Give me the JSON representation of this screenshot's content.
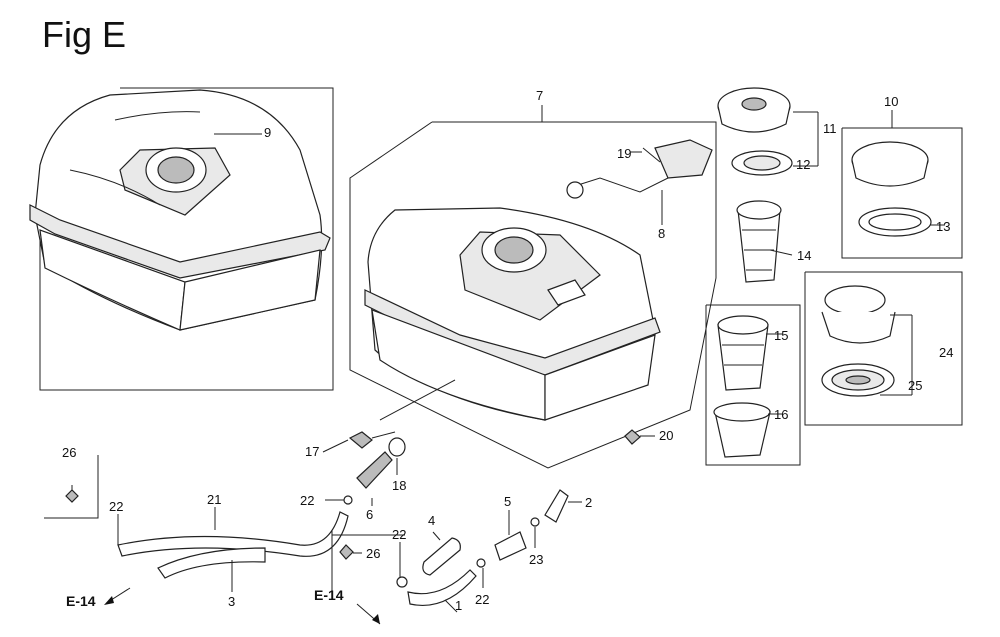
{
  "title": "Fig E",
  "callouts": {
    "c1": "1",
    "c2": "2",
    "c3": "3",
    "c4": "4",
    "c5": "5",
    "c6": "6",
    "c7": "7",
    "c8": "8",
    "c9": "9",
    "c10": "10",
    "c11": "11",
    "c12": "12",
    "c13": "13",
    "c14": "14",
    "c15": "15",
    "c16": "16",
    "c17": "17",
    "c18": "18",
    "c19": "19",
    "c20": "20",
    "c21": "21",
    "c22a": "22",
    "c22b": "22",
    "c22c": "22",
    "c22d": "22",
    "c23": "23",
    "c24": "24",
    "c25": "25",
    "c26a": "26",
    "c26b": "26"
  },
  "refs": {
    "left": "E-14",
    "center": "E-14"
  }
}
